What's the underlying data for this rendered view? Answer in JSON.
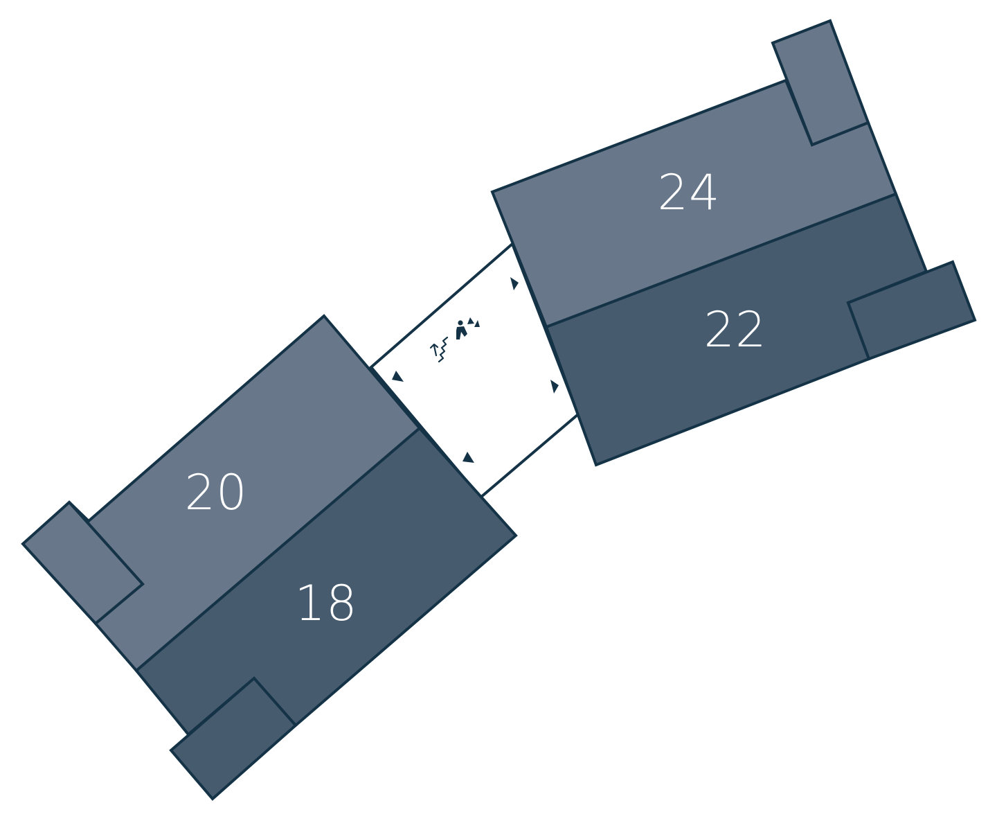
{
  "colors": {
    "outline": "#153347",
    "unit_light": "#687789",
    "unit_dark": "#475b6e",
    "corridor": "#ffffff",
    "label": "#ffffff"
  },
  "units": {
    "u18": {
      "number": "18"
    },
    "u20": {
      "number": "20"
    },
    "u22": {
      "number": "22"
    },
    "u24": {
      "number": "24"
    }
  },
  "icons": {
    "stairs": "stairs-icon",
    "elevator": "elevator-icon",
    "door_marker": "door-entrance-marker-icon"
  }
}
